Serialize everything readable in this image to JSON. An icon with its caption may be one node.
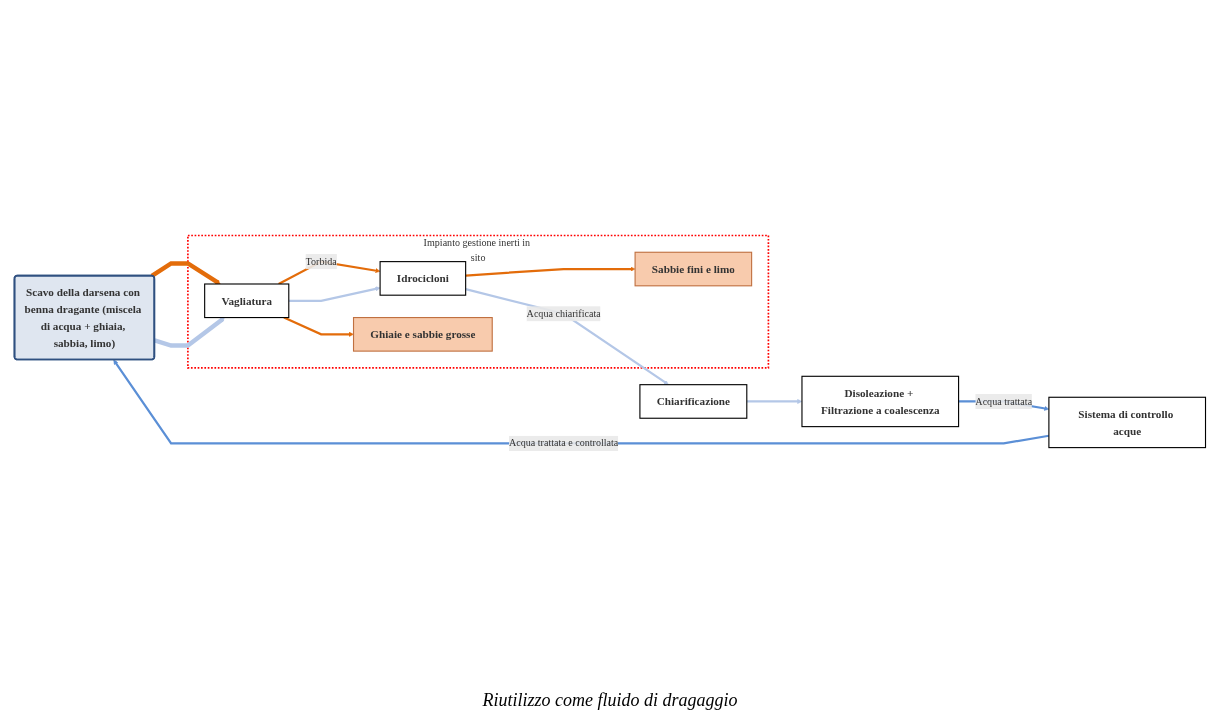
{
  "diagram": {
    "nodes": [
      {
        "text": [
          "Scavo della darsena con benna dragante (miscela di acqua + ghiaia, sabbia, limo)"
        ]
      },
      {
        "text": [
          "Impianto gestione inerti in sito"
        ]
      },
      {
        "text": [
          "Vagliatura"
        ],
        "in": 1
      },
      {
        "text": [
          "Idrocicloni"
        ],
        "in": 1
      },
      {
        "text": [
          "Ghiaie e sabbie grosse"
        ],
        "in": 1
      },
      {
        "text": [
          "Sabbie fini e limo"
        ],
        "in": 1
      },
      {
        "text": [
          "Chiarificazione"
        ]
      },
      {
        "text": [
          "Disoleazione + Filtrazione a coalescenza"
        ]
      },
      {
        "text": [
          "Sistema di controllo acque"
        ]
      }
    ],
    "edges": [
      {
        "from": 0,
        "to": 2,
        "arrow": "to",
        "style": "thick",
        "color": "#e36c0a"
      },
      {
        "from": 0,
        "to": 2,
        "arrow": "to",
        "style": "thick",
        "color": "#b4c7e7"
      },
      {
        "from": 2,
        "to": 3,
        "arrow": "to",
        "label": "Torbida",
        "color": "#e36c0a"
      },
      {
        "from": 2,
        "to": 3,
        "arrow": "to",
        "color": "#b4c7e7"
      },
      {
        "from": 2,
        "to": 4,
        "arrow": "to",
        "color": "#e36c0a"
      },
      {
        "from": 3,
        "to": 5,
        "arrow": "to",
        "color": "#e36c0a"
      },
      {
        "from": 3,
        "to": 6,
        "arrow": "to",
        "label": "Acqua chiarificata",
        "color": "#b4c7e7"
      },
      {
        "from": 6,
        "to": 7,
        "arrow": "to",
        "color": "#b4c7e7"
      },
      {
        "from": 7,
        "to": 8,
        "arrow": "to",
        "label": "Acqua trattata",
        "color": "#5b8fd6"
      },
      {
        "from": 8,
        "to": 0,
        "arrow": "to",
        "label": "Acqua trattata e controllata",
        "color": "#5b8fd6"
      }
    ],
    "labels": [
      "Riutilizzo come fluido di dragaggio"
    ]
  }
}
